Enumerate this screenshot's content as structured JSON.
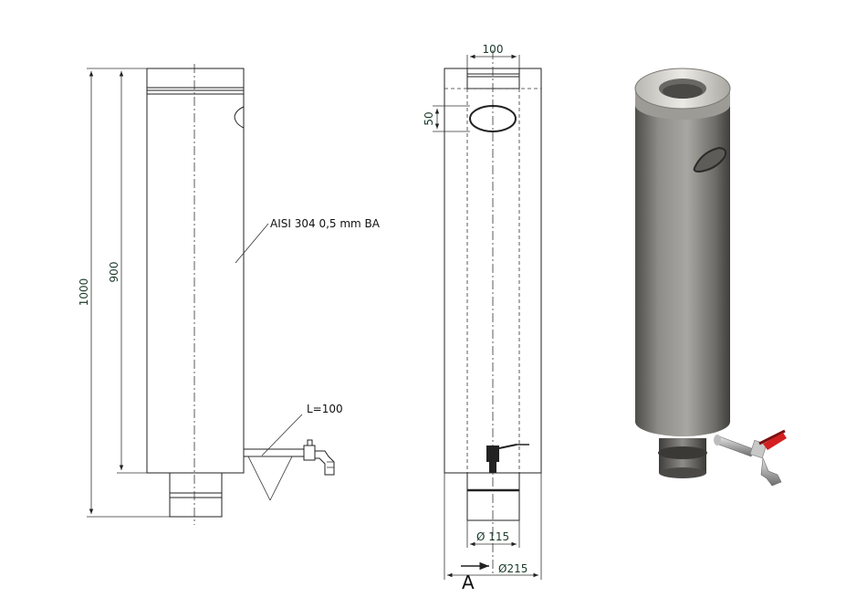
{
  "dimensions": {
    "overall_height": "1000",
    "body_height": "900",
    "top_opening_width": "100",
    "opening_height": "50",
    "inner_diameter": "Ø 115",
    "outer_diameter": "Ø215"
  },
  "notes": {
    "material": "AISI 304 0,5 mm BA",
    "tap_length": "L=100"
  },
  "section_marker": "A",
  "colors": {
    "dimension_text": "#1a3a2a",
    "line": "#222222",
    "body_metal": "#8a8884",
    "cap_metal": "#dcdad4",
    "tap_handle": "#d32020"
  }
}
